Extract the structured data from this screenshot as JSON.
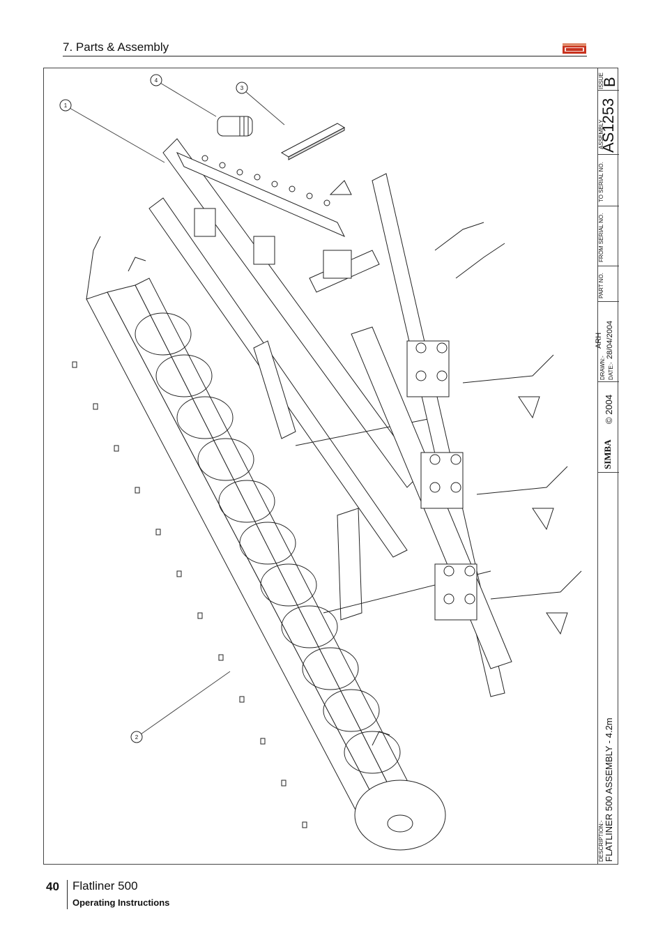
{
  "header": {
    "section_title": "7. Parts & Assembly"
  },
  "drawing": {
    "callouts": [
      "1",
      "2",
      "3",
      "4"
    ],
    "title_block": {
      "issue_label": "ISSUE",
      "issue_value": "B",
      "assembly_label": "ASSEMBLY",
      "assembly_value": "AS1253",
      "to_serial_label": "TO SERIAL NO.",
      "from_serial_label": "FROM SERIAL NO.",
      "part_no_label": "PART NO.",
      "drawn_label": "DRAWN:-",
      "drawn_value": "ARH",
      "date_label": "DATE:-",
      "date_value": "28/04/2004",
      "brand": "SIMBA",
      "copyright": "© 2004",
      "description_label": "DESCRIPTION:-",
      "description_value": "FLATLINER 500 ASSEMBLY - 4.2m"
    }
  },
  "footer": {
    "page_number": "40",
    "product": "Flatliner 500",
    "subtitle": "Operating Instructions"
  },
  "colors": {
    "logo_red": "#c8321e"
  }
}
